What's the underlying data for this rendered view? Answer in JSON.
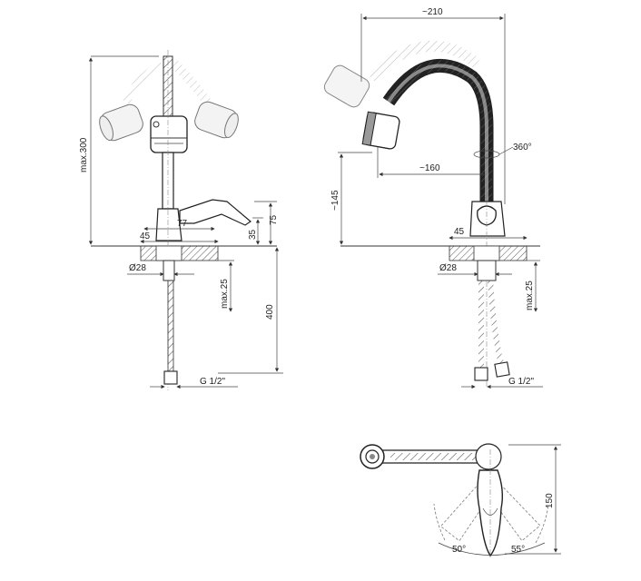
{
  "dimensions": {
    "front": {
      "max_height": "max.300",
      "width_45": "45",
      "width_77": "77",
      "height_75": "75",
      "height_35": "35",
      "diameter": "Ø28",
      "max_25": "max.25",
      "hose_400": "400",
      "thread": "G 1/2\""
    },
    "side": {
      "reach_210": "~210",
      "rotation": "360°",
      "reach_160": "~160",
      "height_145": "~145",
      "width_45": "45",
      "diameter": "Ø28",
      "max_25": "max.25",
      "thread": "G 1/2\""
    },
    "top": {
      "depth_150": "150",
      "angle_left": "50°",
      "angle_right": "55°"
    }
  },
  "colors": {
    "line": "#333333",
    "hatch": "#555555",
    "ghost": "#777777"
  }
}
